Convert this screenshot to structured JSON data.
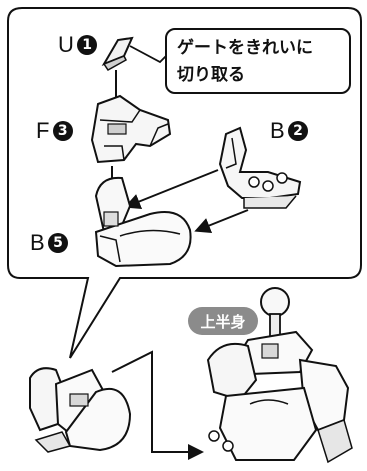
{
  "labels": {
    "u": {
      "letter": "U",
      "number": "1"
    },
    "b2": {
      "letter": "B",
      "number": "2"
    },
    "f": {
      "letter": "F",
      "number": "3"
    },
    "b5": {
      "letter": "B",
      "number": "5"
    }
  },
  "callout": {
    "line1": "ゲートをきれいに",
    "line2": "切り取る"
  },
  "badge": {
    "text": "上半身"
  },
  "icons": [
    "gate-part-icon",
    "chest-armor-icon",
    "back-panel-icon",
    "torso-core-icon",
    "assembled-torso-icon",
    "mech-upper-body-icon"
  ]
}
